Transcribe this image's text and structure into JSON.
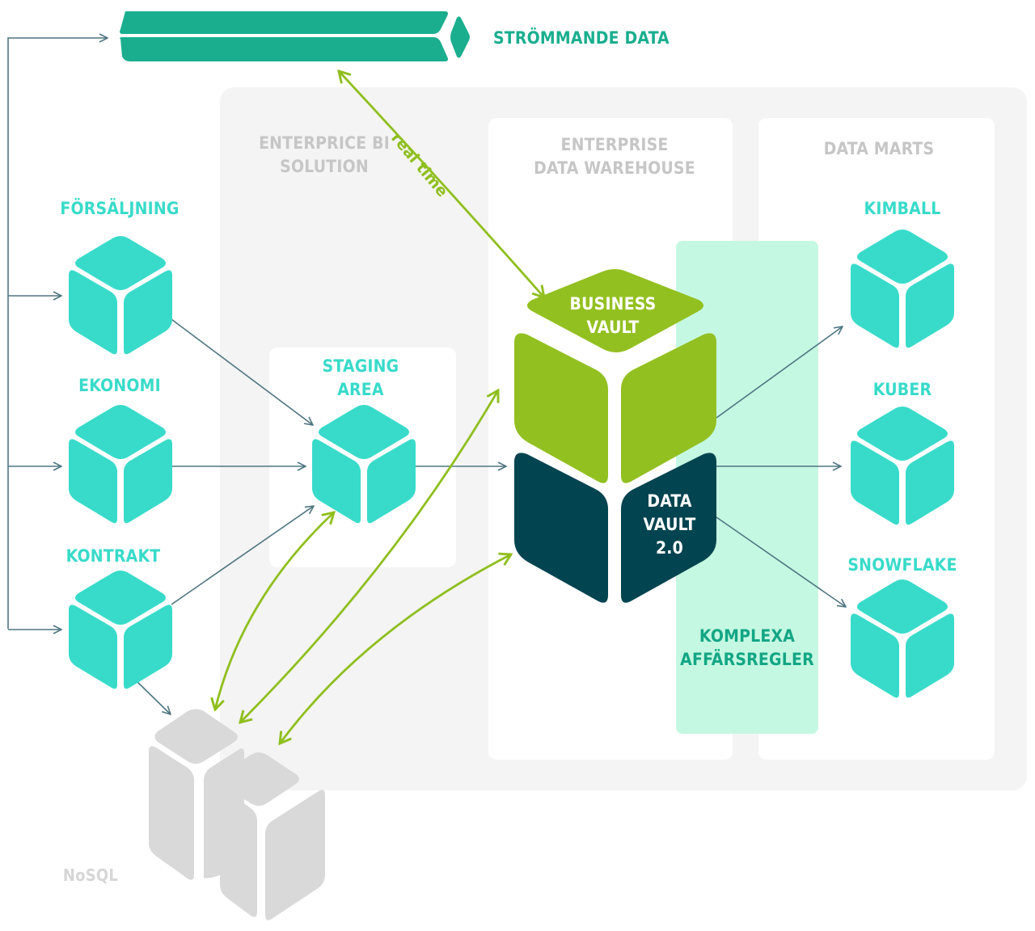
{
  "stream": {
    "label": "STRÖMMANDE DATA",
    "realtime_label": "real time"
  },
  "areas": {
    "enterprise_bi": "ENTERPRICE BI\nSOLUTION",
    "edw": "ENTERPRISE\nDATA WAREHOUSE",
    "data_marts": "DATA MARTS",
    "staging": "STAGING\nAREA",
    "rules": "KOMPLEXA\nAFFÄRSREGLER"
  },
  "sources": [
    {
      "label": "FÖRSÄLJNING"
    },
    {
      "label": "EKONOMI"
    },
    {
      "label": "KONTRAKT"
    }
  ],
  "vault": {
    "business": "BUSINESS\nVAULT",
    "data": "DATA\nVAULT\n2.0"
  },
  "marts": [
    {
      "label": "KIMBALL"
    },
    {
      "label": "KUBER"
    },
    {
      "label": "SNOWFLAKE"
    }
  ],
  "nosql": {
    "label": "NoSQL"
  },
  "colors": {
    "source_cube": "#38dbca",
    "business_vault": "#93c021",
    "data_vault": "#02444f",
    "stream_bar": "#1aae8f",
    "nosql": "#d9d9d9",
    "flow_arrow": "#4f7682",
    "realtime_arrow": "#8fbf1e",
    "rules_band": "#c5f8e2"
  }
}
